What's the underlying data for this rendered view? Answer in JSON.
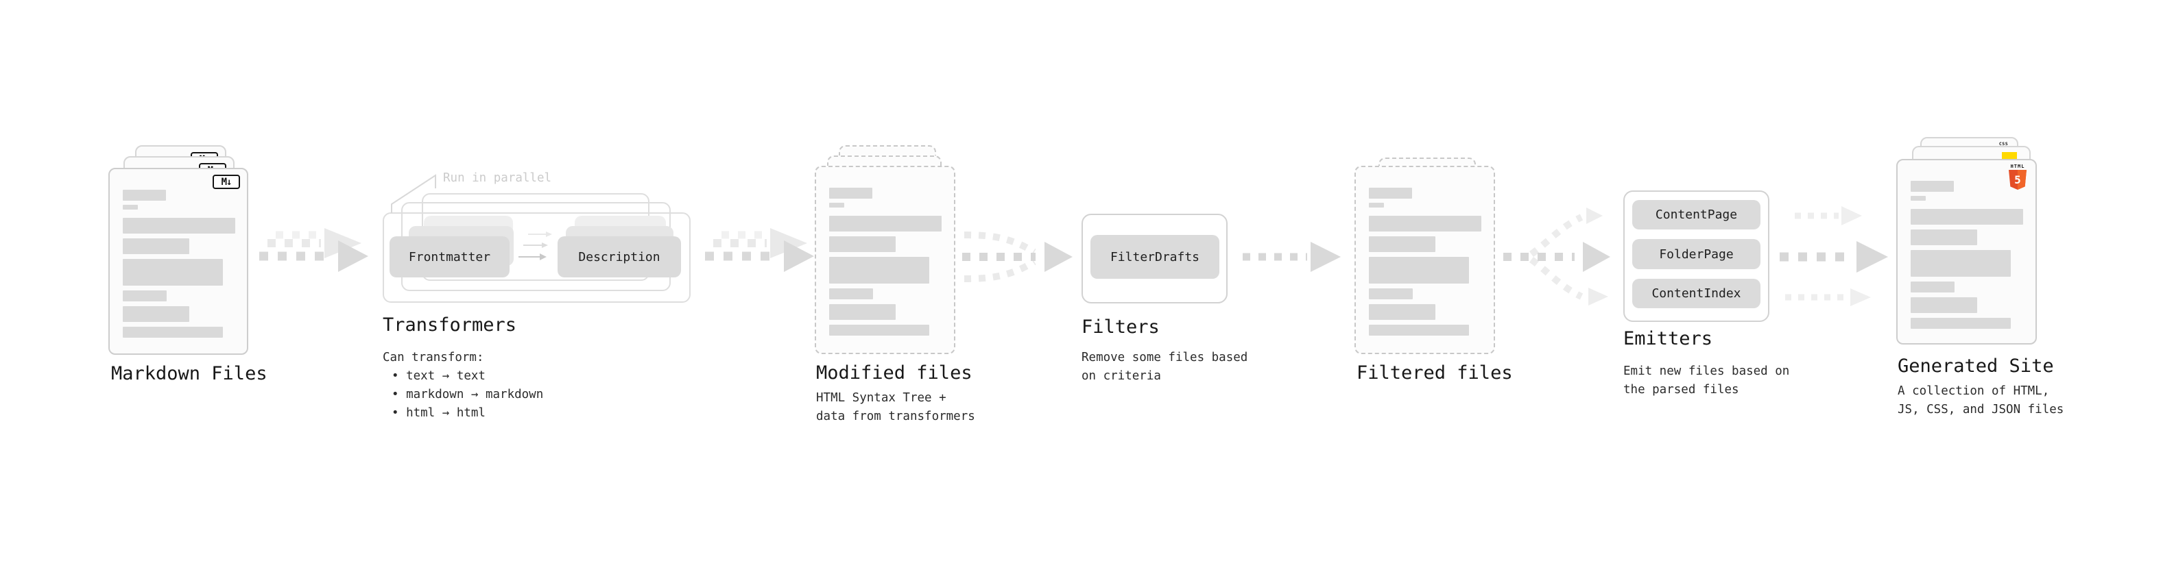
{
  "stages": {
    "markdown": {
      "label": "Markdown Files",
      "badge": "M↓"
    },
    "transformers": {
      "label": "Transformers",
      "annotation": "Run in parallel",
      "nodes": [
        "Frontmatter",
        "Description"
      ],
      "desc_heading": "Can transform:",
      "bullets": [
        "• text → text",
        "• markdown → markdown",
        "• html → html"
      ]
    },
    "modified": {
      "label": "Modified files",
      "desc": [
        "HTML Syntax Tree +",
        "data from transformers"
      ]
    },
    "filters": {
      "label": "Filters",
      "node": "FilterDrafts",
      "desc": [
        "Remove some files based",
        "on criteria"
      ]
    },
    "filtered": {
      "label": "Filtered files"
    },
    "emitters": {
      "label": "Emitters",
      "nodes": [
        "ContentPage",
        "FolderPage",
        "ContentIndex"
      ],
      "desc": [
        "Emit new files based on",
        "the parsed files"
      ]
    },
    "generated": {
      "label": "Generated Site",
      "desc": [
        "A collection of HTML,",
        "JS, CSS, and JSON files"
      ],
      "badges": {
        "html_word": "HTML",
        "html_num": "5",
        "css": "CSS"
      }
    }
  },
  "colors": {
    "html5_orange": "#e44d26",
    "html5_orange_light": "#f16529",
    "js_yellow": "#ffd900",
    "css_blue": "#2f6fed",
    "bar_gray": "#d9d9d9",
    "arrow_gray": "#d9d9d9",
    "arrow_light": "#e9e9e9"
  }
}
